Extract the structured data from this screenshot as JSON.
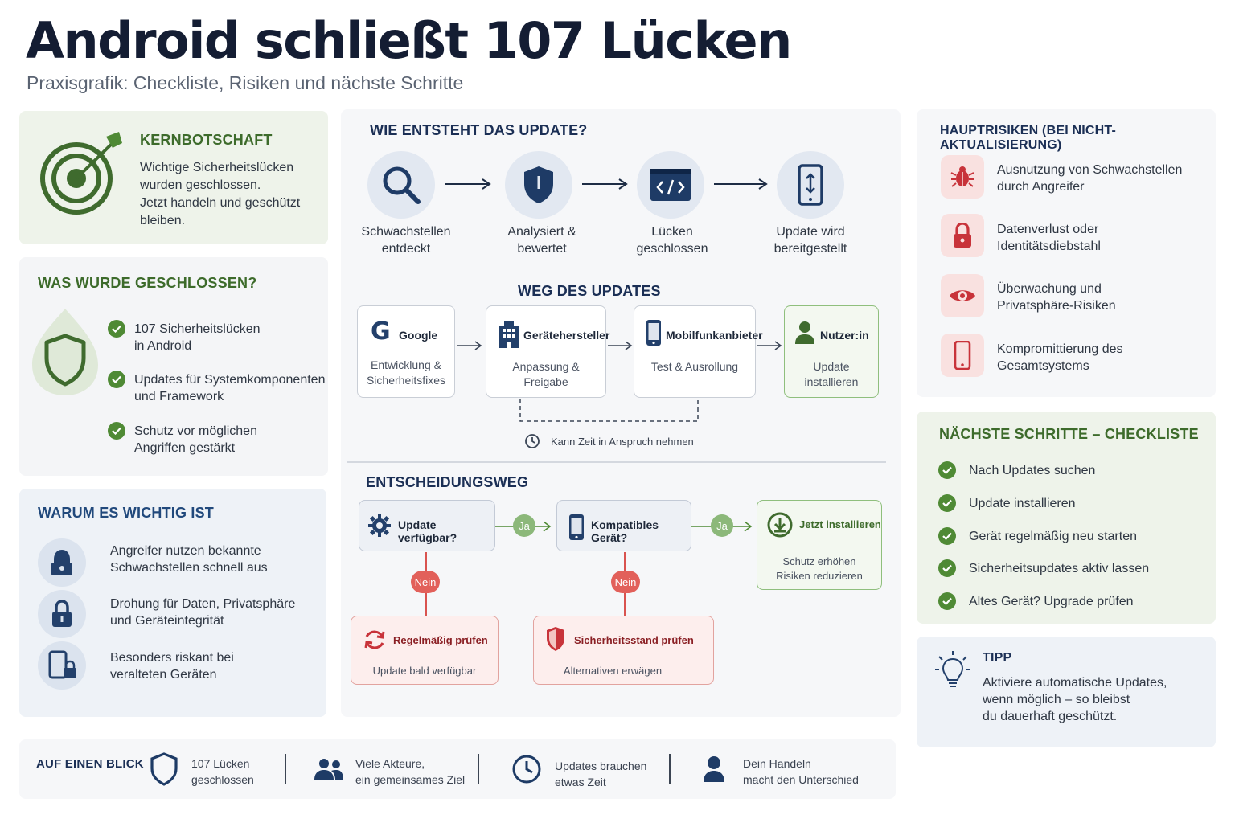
{
  "header": {
    "title": "Android schließt 107 Lücken",
    "subtitle": "Praxisgrafik: Checkliste, Risiken und nächste Schritte"
  },
  "kern": {
    "heading": "KERNBOTSCHAFT",
    "lines": [
      "Wichtige Sicherheitslücken",
      "wurden geschlossen.",
      "Jetzt handeln und geschützt",
      "bleiben."
    ]
  },
  "geschlossen": {
    "heading": "WAS WURDE GESCHLOSSEN?",
    "items": [
      {
        "l1": "107 Sicherheitslücken",
        "l2": "in Android"
      },
      {
        "l1": "Updates für Systemkomponenten",
        "l2": "und Framework"
      },
      {
        "l1": "Schutz vor möglichen",
        "l2": "Angriffen gestärkt"
      }
    ]
  },
  "wichtig": {
    "heading": "WARUM ES WICHTIG IST",
    "items": [
      {
        "l1": "Angreifer nutzen bekannte",
        "l2": "Schwachstellen schnell aus"
      },
      {
        "l1": "Drohung für Daten, Privatsphäre",
        "l2": "und Geräteintegrität"
      },
      {
        "l1": "Besonders riskant bei",
        "l2": "veralteten Geräten"
      }
    ]
  },
  "entstehung": {
    "heading": "WIE ENTSTEHT DAS UPDATE?",
    "steps": [
      {
        "l1": "Schwachstellen",
        "l2": "entdeckt"
      },
      {
        "l1": "Analysiert &",
        "l2": "bewertet"
      },
      {
        "l1": "Lücken",
        "l2": "geschlossen"
      },
      {
        "l1": "Update wird",
        "l2": "bereitgestellt"
      }
    ]
  },
  "weg": {
    "heading": "WEG DES UPDATES",
    "boxes": [
      {
        "title": "Google",
        "s1": "Entwicklung &",
        "s2": "Sicherheitsfixes"
      },
      {
        "title": "Gerätehersteller",
        "s1": "Anpassung &",
        "s2": "Freigabe"
      },
      {
        "title": "Mobilfunkanbieter",
        "s1": "Test & Ausrollung",
        "s2": ""
      },
      {
        "title": "Nutzer:in",
        "s1": "Update",
        "s2": "installieren"
      }
    ],
    "note": "Kann Zeit in Anspruch nehmen"
  },
  "entscheidung": {
    "heading": "ENTSCHEIDUNGSWEG",
    "q1": "Update verfügbar?",
    "q2": "Kompatibles Gerät?",
    "yes": "Ja",
    "no": "Nein",
    "go": {
      "title": "Jetzt installieren",
      "s1": "Schutz erhöhen",
      "s2": "Risiken reduzieren"
    },
    "no1": {
      "title": "Regelmäßig prüfen",
      "s1": "Update bald verfügbar"
    },
    "no2": {
      "title": "Sicherheitsstand prüfen",
      "s1": "Alternativen erwägen"
    }
  },
  "risiken": {
    "heading": "HAUPTRISIKEN (BEI NICHT-AKTUALISIERUNG)",
    "items": [
      {
        "l1": "Ausnutzung von Schwachstellen",
        "l2": "durch Angreifer"
      },
      {
        "l1": "Datenverlust oder",
        "l2": "Identitätsdiebstahl"
      },
      {
        "l1": "Überwachung und",
        "l2": "Privatsphäre-Risiken"
      },
      {
        "l1": "Kompromittierung des",
        "l2": "Gesamtsystems"
      }
    ]
  },
  "checkliste": {
    "heading": "NÄCHSTE SCHRITTE – CHECKLISTE",
    "items": [
      "Nach Updates suchen",
      "Update installieren",
      "Gerät regelmäßig neu starten",
      "Sicherheitsupdates aktiv lassen",
      "Altes Gerät? Upgrade prüfen"
    ]
  },
  "tipp": {
    "heading": "TIPP",
    "lines": [
      "Aktiviere automatische Updates,",
      "wenn möglich – so bleibst",
      "du dauerhaft geschützt."
    ]
  },
  "blick": {
    "heading": "AUF EINEN BLICK",
    "items": [
      {
        "l1": "107 Lücken",
        "l2": "geschlossen"
      },
      {
        "l1": "Viele Akteure,",
        "l2": "ein gemeinsames Ziel"
      },
      {
        "l1": "Updates brauchen",
        "l2": "etwas Zeit"
      },
      {
        "l1": "Dein Handeln",
        "l2": "macht den Unterschied"
      }
    ]
  },
  "colors": {
    "green": "#4f8a35",
    "navy": "#1b2f55",
    "red": "#c8333a",
    "blue_icon": "#2a4a7a"
  }
}
